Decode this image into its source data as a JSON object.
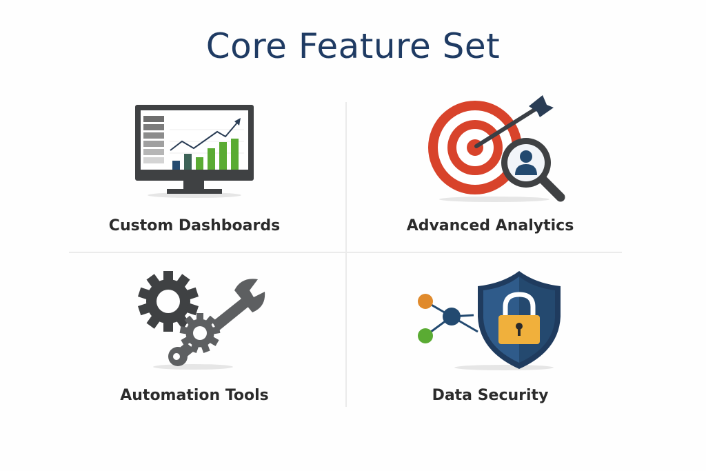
{
  "title": "Core Feature Set",
  "features": [
    {
      "label": "Custom Dashboards",
      "icon": "monitor-chart-icon"
    },
    {
      "label": "Advanced Analytics",
      "icon": "target-magnifier-icon"
    },
    {
      "label": "Automation Tools",
      "icon": "gears-wrench-icon"
    },
    {
      "label": "Data Security",
      "icon": "shield-lock-icon"
    }
  ],
  "colors": {
    "title": "#1f3b63",
    "label": "#2b2b2b",
    "divider": "#ebebeb",
    "monitor": "#3f4143",
    "navy": "#234a70",
    "green": "#5aab33",
    "red": "#d8432b",
    "gold": "#f0b03c",
    "orange": "#e08a2c",
    "gray_tool": "#555759"
  }
}
